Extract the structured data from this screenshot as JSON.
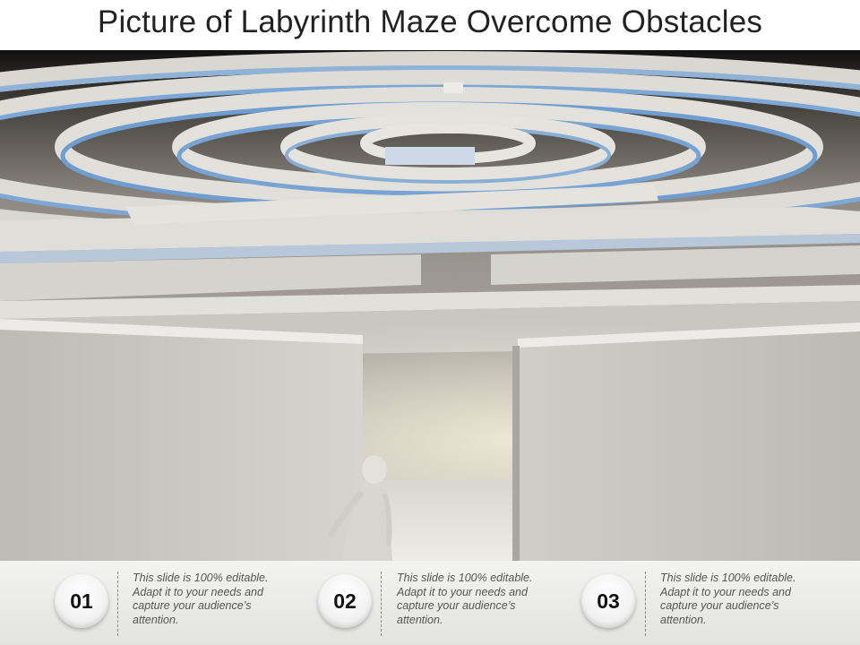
{
  "slide": {
    "title": "Picture of Labyrinth Maze Overcome Obstacles"
  },
  "steps": [
    {
      "number": "01",
      "text": "This slide is 100% editable. Adapt it to your needs and capture your audience’s attention."
    },
    {
      "number": "02",
      "text": "This slide is 100% editable. Adapt it to your needs and capture your audience’s attention."
    },
    {
      "number": "03",
      "text": "This slide is 100% editable. Adapt it to your needs and capture your audience’s attention."
    }
  ],
  "colors": {
    "title_text": "#222222",
    "maze_wall": "#d8d6d1",
    "maze_shadow_blue": "#7fa6cf",
    "footer_bg": "#ecebe8",
    "description_text": "#555555"
  }
}
